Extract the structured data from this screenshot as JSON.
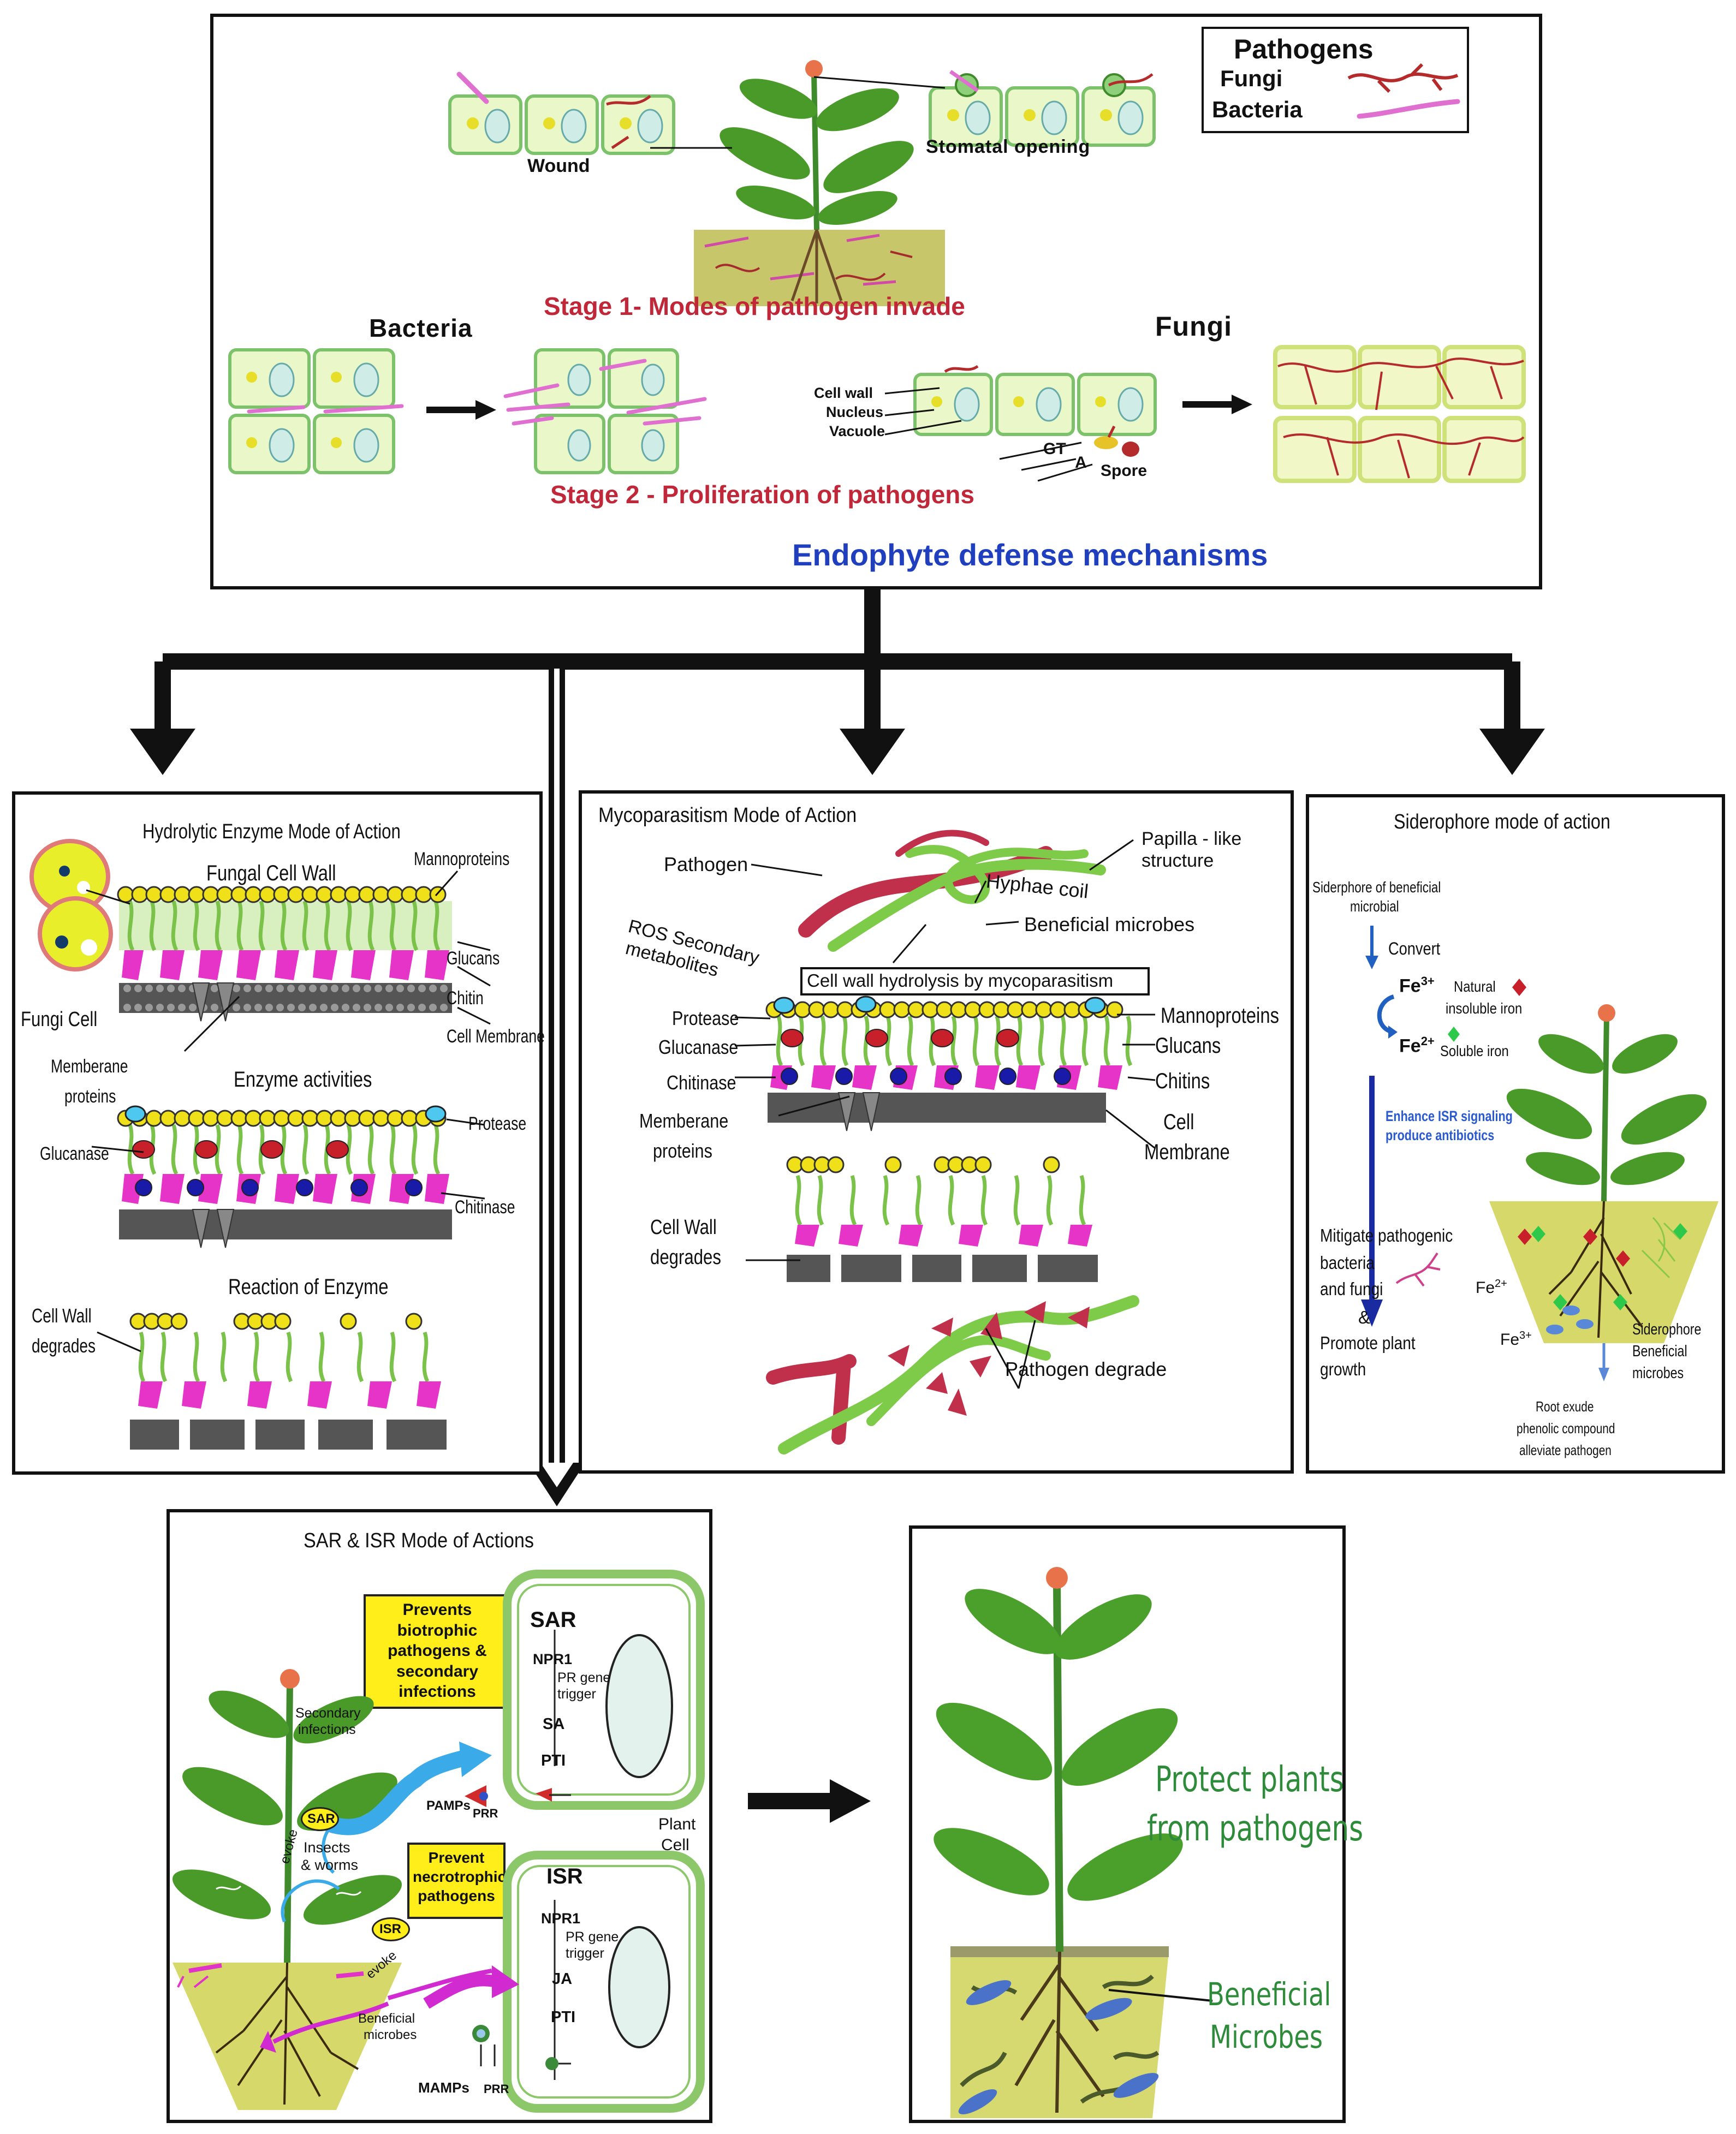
{
  "top": {
    "legend": {
      "title": "Pathogens",
      "fungi": "Fungi",
      "bacteria": "Bacteria"
    },
    "wound": "Wound",
    "stomatal": "Stomatal opening",
    "stage1": "Stage 1- Modes of pathogen invade",
    "bacteria_label": "Bacteria",
    "fungi_label": "Fungi",
    "cell_wall": "Cell wall",
    "nucleus": "Nucleus",
    "vacuole": "Vacuole",
    "gt": "GT",
    "a": "A",
    "spore": "Spore",
    "stage2": "Stage 2 - Proliferation of pathogens",
    "endophyte": "Endophyte defense mechanisms"
  },
  "hydrolytic": {
    "title": "Hydrolytic Enzyme Mode of Action",
    "fungal_wall": "Fungal Cell Wall",
    "mannoproteins": "Mannoproteins",
    "glucans": "Glucans",
    "chitin": "Chitin",
    "cell_membrane": "Cell Membrane",
    "fungi_cell": "Fungi Cell",
    "membrane_proteins_1": "Memberane",
    "membrane_proteins_2": "proteins",
    "enzyme_activities": "Enzyme activities",
    "protease": "Protease",
    "glucanase": "Glucanase",
    "chitinase": "Chitinase",
    "reaction": "Reaction of Enzyme",
    "cell_wall_1": "Cell Wall",
    "cell_wall_2": "degrades"
  },
  "myco": {
    "title": "Mycoparasitism Mode of Action",
    "pathogen": "Pathogen",
    "papilla_1": "Papilla - like",
    "papilla_2": "structure",
    "hyphae": "Hyphae coil",
    "beneficial": "Beneficial microbes",
    "ros_1": "ROS Secondary",
    "ros_2": "metabolites",
    "hydrolysis": "Cell wall hydrolysis by mycoparasitism",
    "protease": "Protease",
    "glucanase": "Glucanase",
    "chitinase": "Chitinase",
    "mannoproteins": "Mannoproteins",
    "glucans": "Glucans",
    "chitins": "Chitins",
    "cell_1": "Cell",
    "cell_2": "Membrane",
    "memb_1": "Memberane",
    "memb_2": "proteins",
    "cw_1": "Cell Wall",
    "cw_2": "degrades",
    "pathogen_degrade": "Pathogen degrade"
  },
  "sidero": {
    "title": "Siderophore mode of action",
    "sid_1": "Siderphore of beneficial",
    "sid_2": "microbial",
    "convert": "Convert",
    "fe3": "Fe",
    "fe3_sup": "3+",
    "natural": "Natural",
    "insoluble": "insoluble iron",
    "fe2": "Fe",
    "fe2_sup": "2+",
    "soluble": "Soluble iron",
    "enhance_1": "Enhance ISR signaling",
    "enhance_2": "produce antibiotics",
    "mitigate_1": "Mitigate pathogenic",
    "mitigate_2": "bacteria",
    "mitigate_3": "and fungi",
    "amp": "&",
    "promote_1": "Promote plant",
    "promote_2": "growth",
    "fe2_soil": "Fe",
    "fe2_soil_sup": "2+",
    "fe3_soil": "Fe",
    "fe3_soil_sup": "3+",
    "sb_1": "Siderophore",
    "sb_2": "Beneficial",
    "sb_3": "microbes",
    "root_1": "Root exude",
    "root_2": "phenolic compound",
    "root_3": "alleviate pathogen"
  },
  "sar": {
    "title": "SAR & ISR Mode of Actions",
    "prevents_bio": "Prevents biotrophic pathogens & secondary infections",
    "sar": "SAR",
    "npr1": "NPR1",
    "pr_gene_1": "PR gene",
    "pr_gene_2": "trigger",
    "sa": "SA",
    "pti": "PTI",
    "secondary_1": "Secondary",
    "secondary_2": "infections",
    "sar_oval": "SAR",
    "evoke": "evoke",
    "insects_1": "Insects",
    "insects_2": "& worms",
    "pamps": "PAMPs",
    "prr": "PRR",
    "plant_cell_1": "Plant",
    "plant_cell_2": "Cell",
    "prevent_necro": "Prevent necrotrophic pathogens",
    "isr": "ISR",
    "isr_oval": "ISR",
    "npr1_b": "NPR1",
    "pr_gene_b1": "PR gene",
    "pr_gene_b2": "trigger",
    "ja": "JA",
    "pti_b": "PTI",
    "evoke_b": "evoke",
    "beneficial_1": "Beneficial",
    "beneficial_2": "microbes",
    "mamps": "MAMPs",
    "prr_b": "PRR"
  },
  "protect": {
    "line1": "Protect plants",
    "line2": "from pathogens",
    "ben1": "Beneficial",
    "ben2": "Microbes"
  },
  "colors": {
    "title_red": "#c0283a",
    "endophyte_blue": "#1f3fbf",
    "leaf_green": "#3f9a2a",
    "protect_green": "#2e8b3a",
    "yellow_highlight": "#ffee1a"
  }
}
